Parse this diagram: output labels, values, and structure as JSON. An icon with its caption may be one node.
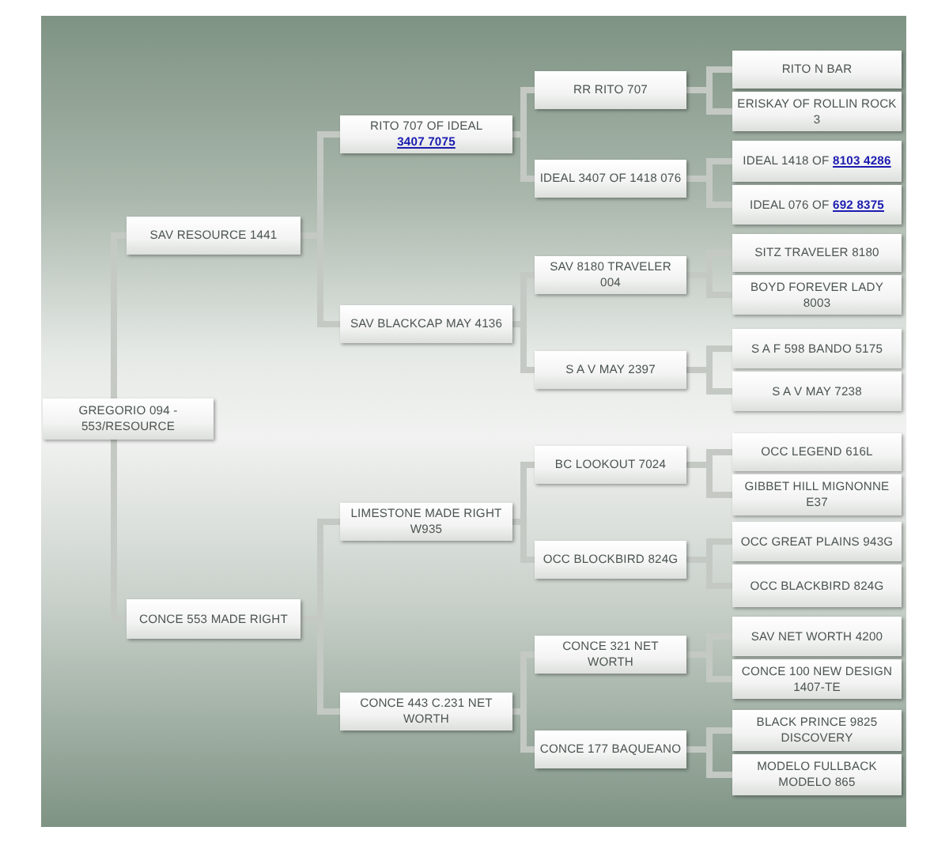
{
  "diagram": {
    "nodes": [
      {
        "text": [
          "GREGORIO 094 - 553/RESOURCE"
        ]
      },
      {
        "text": [
          "SAV RESOURCE 1441"
        ]
      },
      {
        "text": [
          "CONCE 553 MADE RIGHT"
        ]
      },
      {
        "text": [
          "RITO 707 OF IDEAL",
          "3407 7075"
        ]
      },
      {
        "text": [
          "SAV BLACKCAP MAY 4136"
        ]
      },
      {
        "text": [
          "LIMESTONE MADE RIGHT W935"
        ]
      },
      {
        "text": [
          "CONCE 443 C.231 NET WORTH"
        ]
      },
      {
        "text": [
          "RR RITO 707"
        ]
      },
      {
        "text": [
          "IDEAL 3407 OF 1418 076"
        ]
      },
      {
        "text": [
          "SAV 8180 TRAVELER 004"
        ]
      },
      {
        "text": [
          "S A V MAY 2397"
        ]
      },
      {
        "text": [
          "BC LOOKOUT 7024"
        ]
      },
      {
        "text": [
          "OCC BLOCKBIRD 824G"
        ]
      },
      {
        "text": [
          "CONCE 321 NET WORTH"
        ]
      },
      {
        "text": [
          "CONCE 177 BAQUEANO"
        ]
      },
      {
        "text": [
          "RITO N BAR"
        ]
      },
      {
        "text": [
          "ERISKAY OF ROLLIN ROCK 3"
        ]
      },
      {
        "text": [
          "IDEAL 1418 OF",
          "8103 4286"
        ]
      },
      {
        "text": [
          "IDEAL 076 OF",
          "692 8375"
        ]
      },
      {
        "text": [
          "SITZ TRAVELER 8180"
        ]
      },
      {
        "text": [
          "BOYD FOREVER LADY 8003"
        ]
      },
      {
        "text": [
          "S A F 598 BANDO 5175"
        ]
      },
      {
        "text": [
          "S A V MAY 7238"
        ]
      },
      {
        "text": [
          "OCC LEGEND 616L"
        ]
      },
      {
        "text": [
          "GIBBET HILL MIGNONNE E37"
        ]
      },
      {
        "text": [
          "OCC GREAT PLAINS 943G"
        ]
      },
      {
        "text": [
          "OCC BLACKBIRD 824G"
        ]
      },
      {
        "text": [
          "SAV NET WORTH 4200"
        ]
      },
      {
        "text": [
          "CONCE 100 NEW DESIGN 1407-TE"
        ]
      },
      {
        "text": [
          "BLACK PRINCE 9825 DISCOVERY"
        ]
      },
      {
        "text": [
          "MODELO FULLBACK MODELO 865"
        ]
      }
    ],
    "edges": [
      {
        "from": 0,
        "to": 1,
        "arrow": "none"
      },
      {
        "from": 0,
        "to": 2,
        "arrow": "none"
      },
      {
        "from": 1,
        "to": 3,
        "arrow": "none"
      },
      {
        "from": 1,
        "to": 4,
        "arrow": "none"
      },
      {
        "from": 2,
        "to": 5,
        "arrow": "none"
      },
      {
        "from": 2,
        "to": 6,
        "arrow": "none"
      },
      {
        "from": 3,
        "to": 7,
        "arrow": "none"
      },
      {
        "from": 3,
        "to": 8,
        "arrow": "none"
      },
      {
        "from": 4,
        "to": 9,
        "arrow": "none"
      },
      {
        "from": 4,
        "to": 10,
        "arrow": "none"
      },
      {
        "from": 5,
        "to": 11,
        "arrow": "none"
      },
      {
        "from": 5,
        "to": 12,
        "arrow": "none"
      },
      {
        "from": 6,
        "to": 13,
        "arrow": "none"
      },
      {
        "from": 6,
        "to": 14,
        "arrow": "none"
      },
      {
        "from": 7,
        "to": 15,
        "arrow": "none"
      },
      {
        "from": 7,
        "to": 16,
        "arrow": "none"
      },
      {
        "from": 8,
        "to": 17,
        "arrow": "none"
      },
      {
        "from": 8,
        "to": 18,
        "arrow": "none"
      },
      {
        "from": 9,
        "to": 19,
        "arrow": "none"
      },
      {
        "from": 9,
        "to": 20,
        "arrow": "none"
      },
      {
        "from": 10,
        "to": 21,
        "arrow": "none"
      },
      {
        "from": 10,
        "to": 22,
        "arrow": "none"
      },
      {
        "from": 11,
        "to": 23,
        "arrow": "none"
      },
      {
        "from": 11,
        "to": 24,
        "arrow": "none"
      },
      {
        "from": 12,
        "to": 25,
        "arrow": "none"
      },
      {
        "from": 12,
        "to": 26,
        "arrow": "none"
      },
      {
        "from": 13,
        "to": 27,
        "arrow": "none"
      },
      {
        "from": 13,
        "to": 28,
        "arrow": "none"
      },
      {
        "from": 14,
        "to": 29,
        "arrow": "none"
      },
      {
        "from": 14,
        "to": 30,
        "arrow": "none"
      }
    ]
  }
}
